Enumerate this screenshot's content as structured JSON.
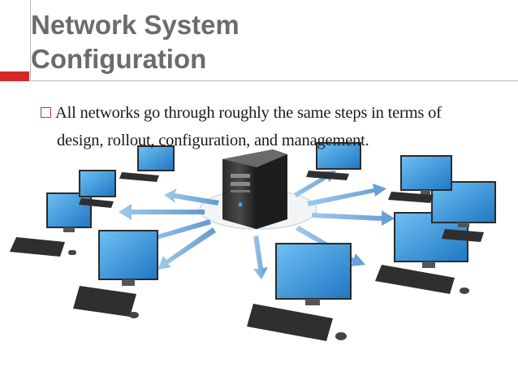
{
  "slide": {
    "title_lines": [
      "Network System",
      "Configuration"
    ],
    "bullets": [
      {
        "text": "All networks go through roughly the same steps in terms of design, rollout, configuration, and management."
      }
    ]
  },
  "colors": {
    "title": "#6b6b6b",
    "accent": "#d8262b",
    "divider": "#b8b8b8",
    "monitor": "#3e9ad8",
    "arrow": "#6fa8dc"
  },
  "icons": {
    "bullet": "square-bullet-icon",
    "server": "server-tower-icon",
    "computer": "desktop-computer-icon"
  }
}
